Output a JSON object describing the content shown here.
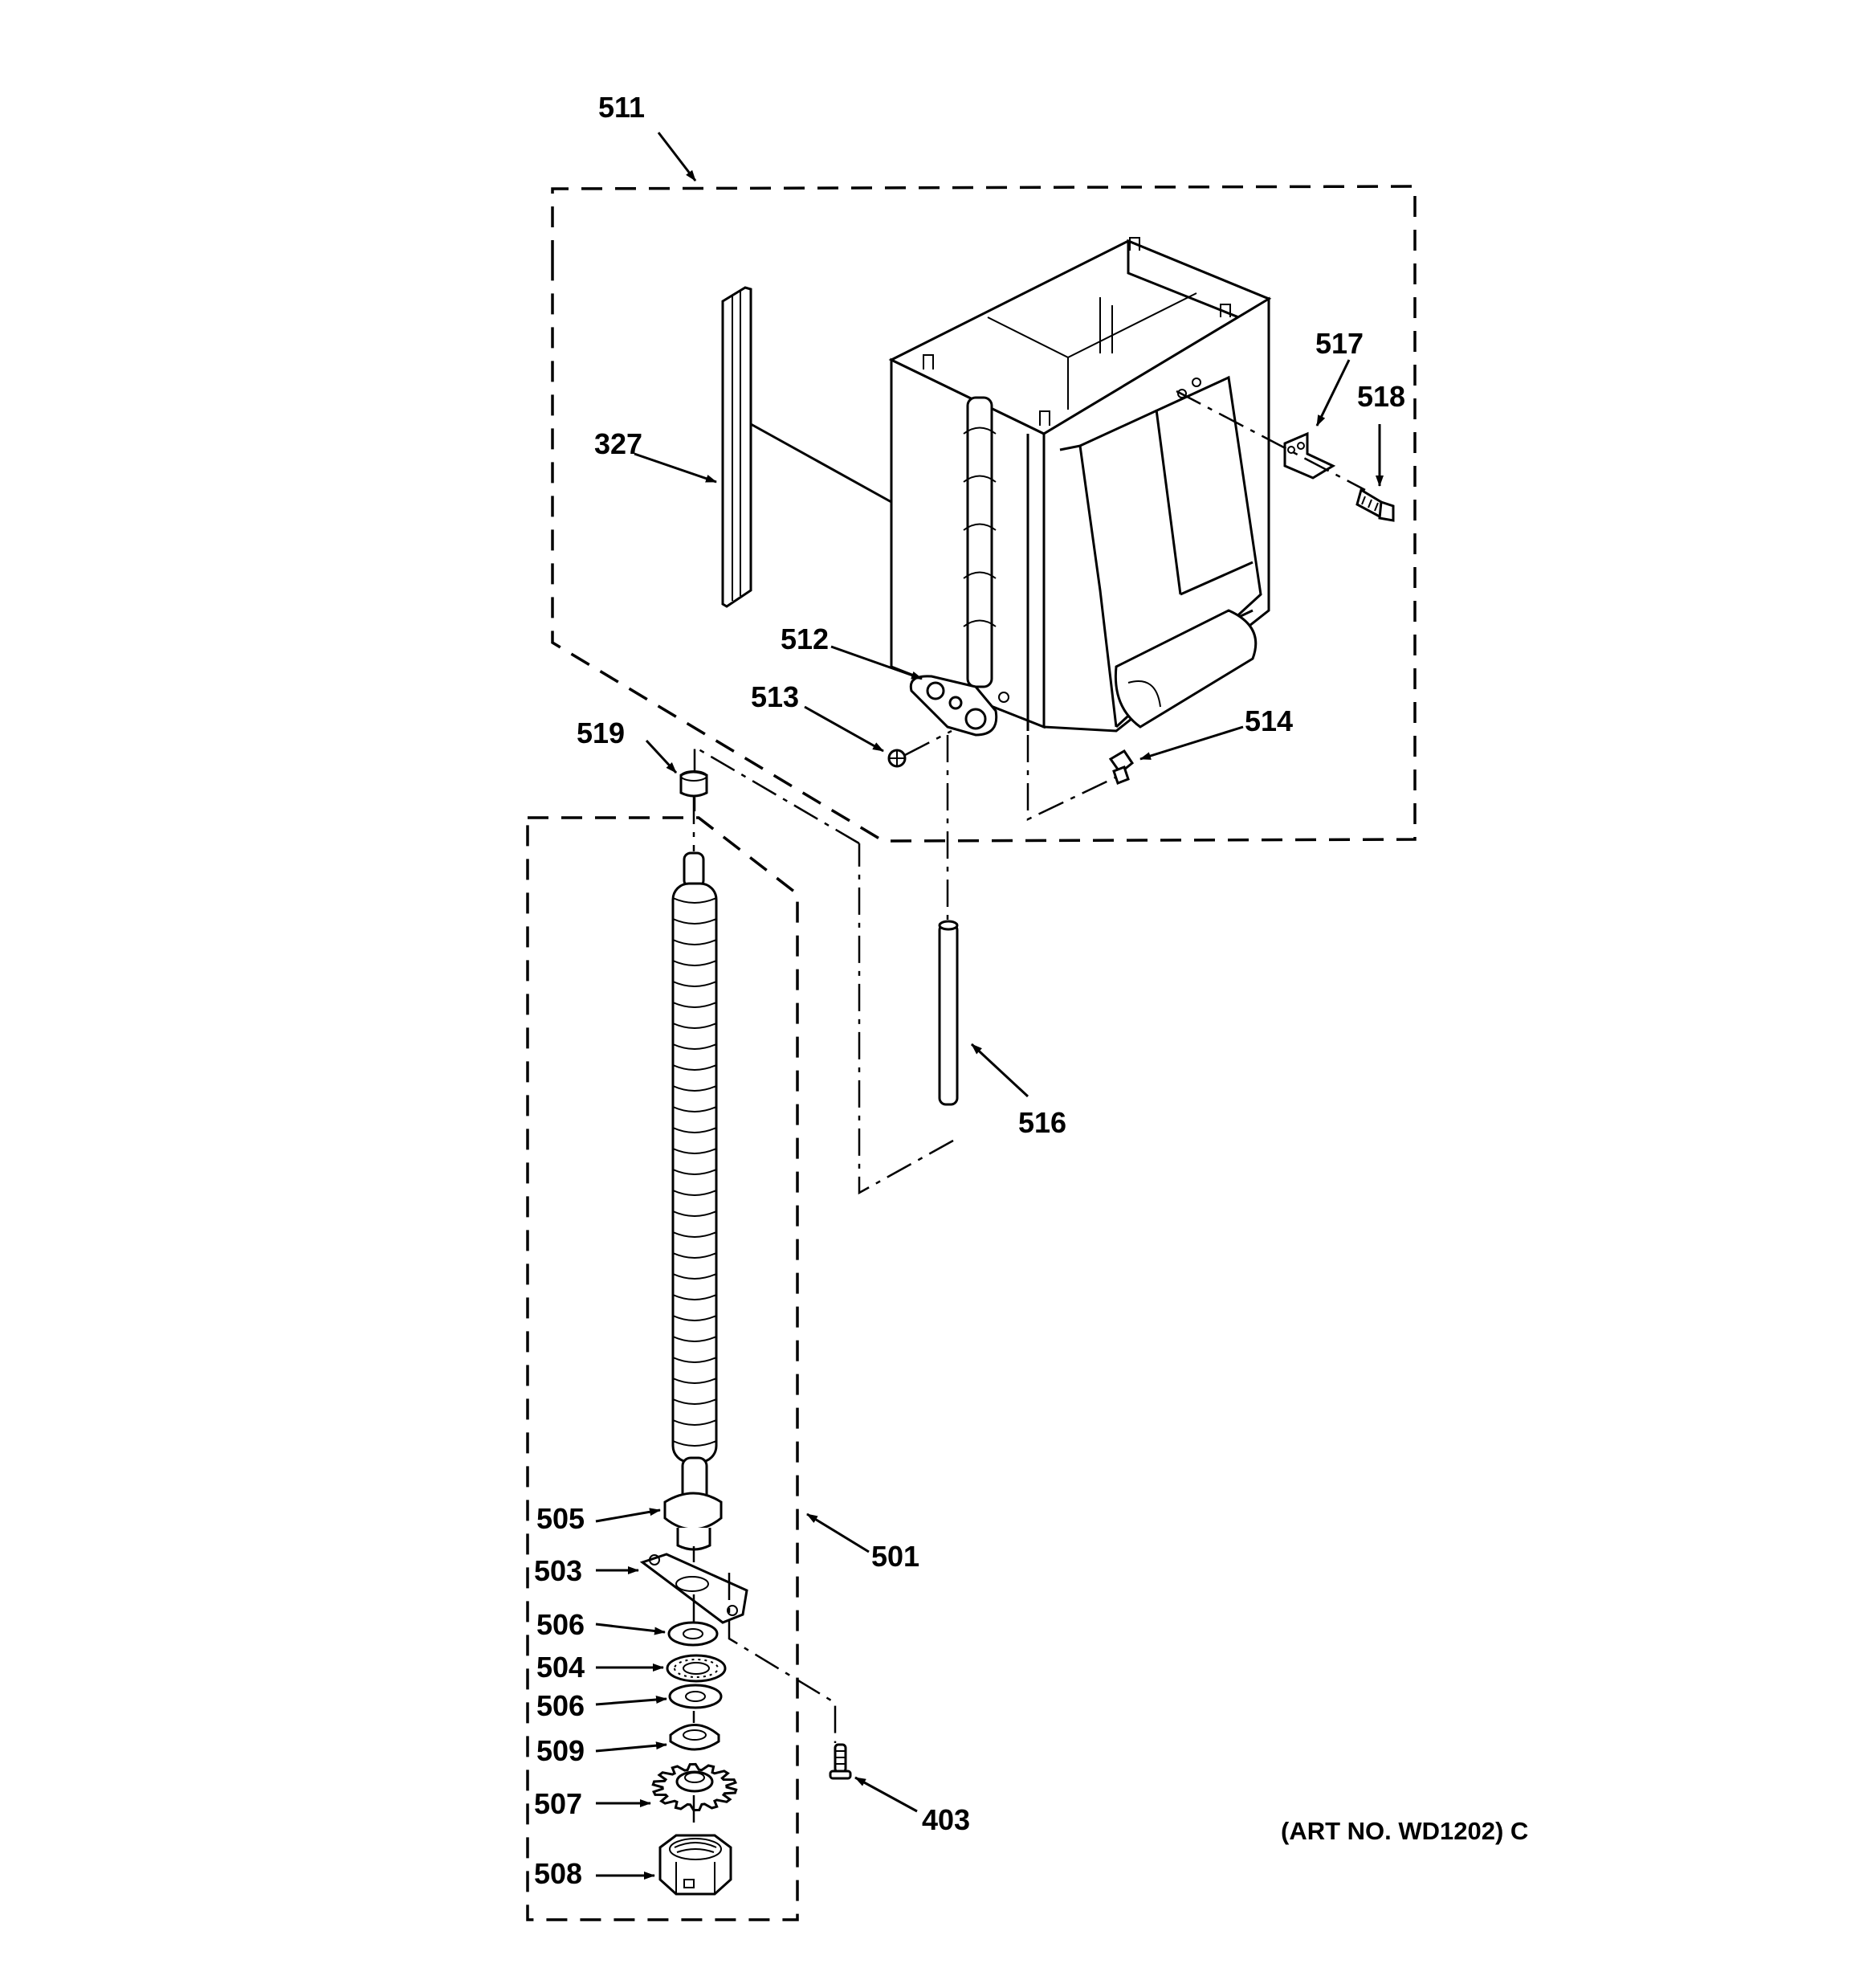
{
  "callouts": {
    "c511": "511",
    "c327": "327",
    "c517": "517",
    "c518": "518",
    "c512": "512",
    "c513": "513",
    "c514": "514",
    "c519": "519",
    "c516": "516",
    "c505": "505",
    "c503": "503",
    "c506a": "506",
    "c504": "504",
    "c506b": "506",
    "c509": "509",
    "c507": "507",
    "c508": "508",
    "c501": "501",
    "c403": "403"
  },
  "art_number": "(ART NO. WD1202) C"
}
